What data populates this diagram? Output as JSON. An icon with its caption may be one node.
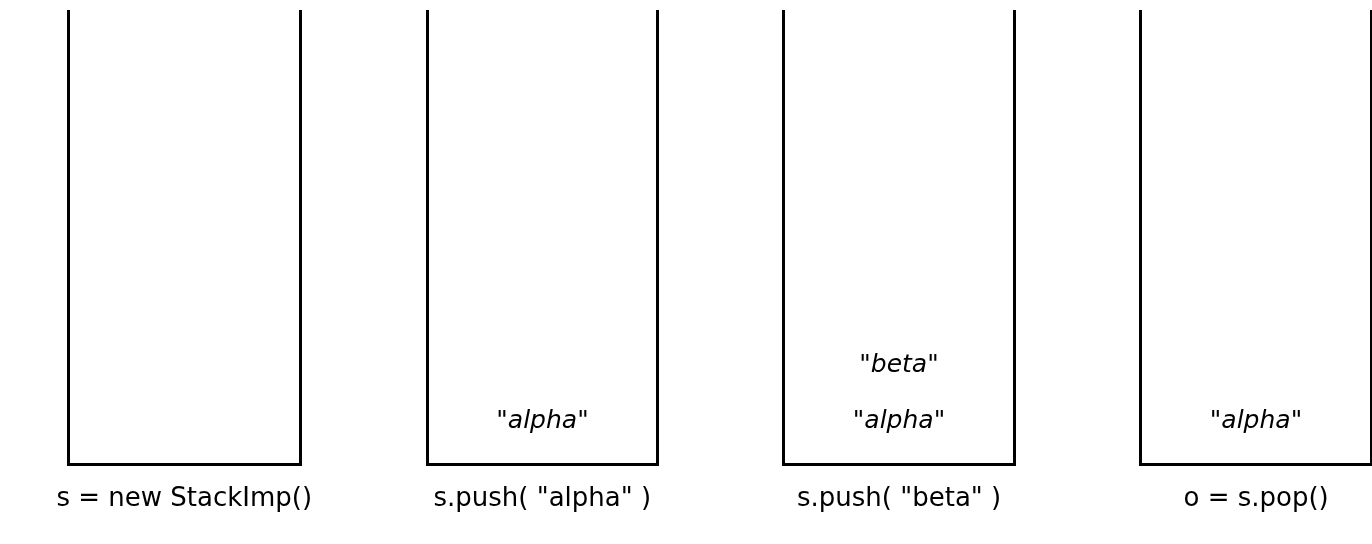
{
  "diagram": {
    "nodes": [
      {
        "text": [],
        "shape": "box",
        "beside": [
          "s = new StackImp()"
        ]
      },
      {
        "text": [
          "\"alpha\""
        ],
        "beside": [
          "s.push( \"alpha\" )"
        ]
      },
      {
        "text": [
          "\"beta\"",
          "\"alpha\""
        ],
        "beside": [
          "s.push( \"beta\" )"
        ]
      },
      {
        "text": [
          "\"alpha\""
        ],
        "beside": [
          "o = s.pop()"
        ]
      }
    ],
    "edges": []
  }
}
